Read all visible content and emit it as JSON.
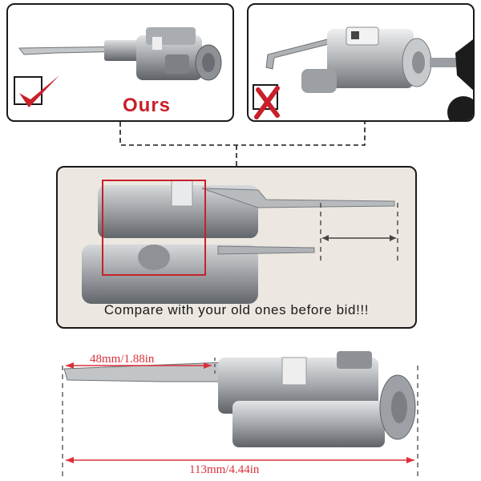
{
  "panels": {
    "ours": {
      "label": "Ours",
      "mark": "check-icon"
    },
    "theirs": {
      "mark": "cross-icon"
    }
  },
  "comparison": {
    "caption": "Compare with your old ones before bid!!!"
  },
  "dimensions": {
    "short_label": "48mm/1.88in",
    "full_label": "113mm/4.44in"
  },
  "colors": {
    "accent_red": "#c8202a",
    "frame": "#1a1a1a",
    "metal": "#b9bcc0",
    "dim_red": "#d9323a"
  }
}
